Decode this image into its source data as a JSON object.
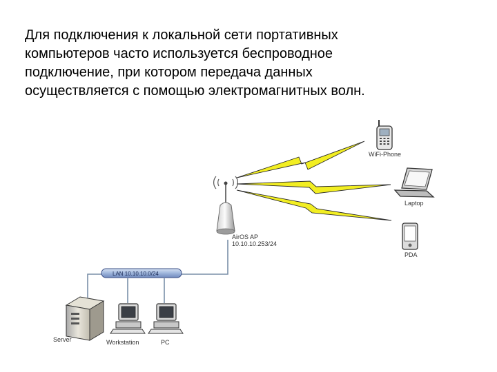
{
  "text": {
    "line1": "Для подключения к локальной сети портативных",
    "line2": "компьютеров часто используется беспроводное",
    "line3": "подключение, при котором передача данных",
    "line4": "осуществляется с помощью электромагнитных волн."
  },
  "diagram": {
    "ap_name": "AirOS AP",
    "ap_ip": "10.10.10.253/24",
    "lan_label": "LAN 10.10.10.0/24",
    "devices": {
      "phone": "WiFi-Phone",
      "laptop": "Laptop",
      "pda": "PDA",
      "server": "Server",
      "workstation": "Workstation",
      "pc": "PC"
    },
    "colors": {
      "bolt": "#f2ee22",
      "bolt_outline": "#2a2a2a",
      "lan_bar": "#9fb6dc",
      "lan_outline": "#3b4f86",
      "wire": "#7a8fa8"
    }
  }
}
